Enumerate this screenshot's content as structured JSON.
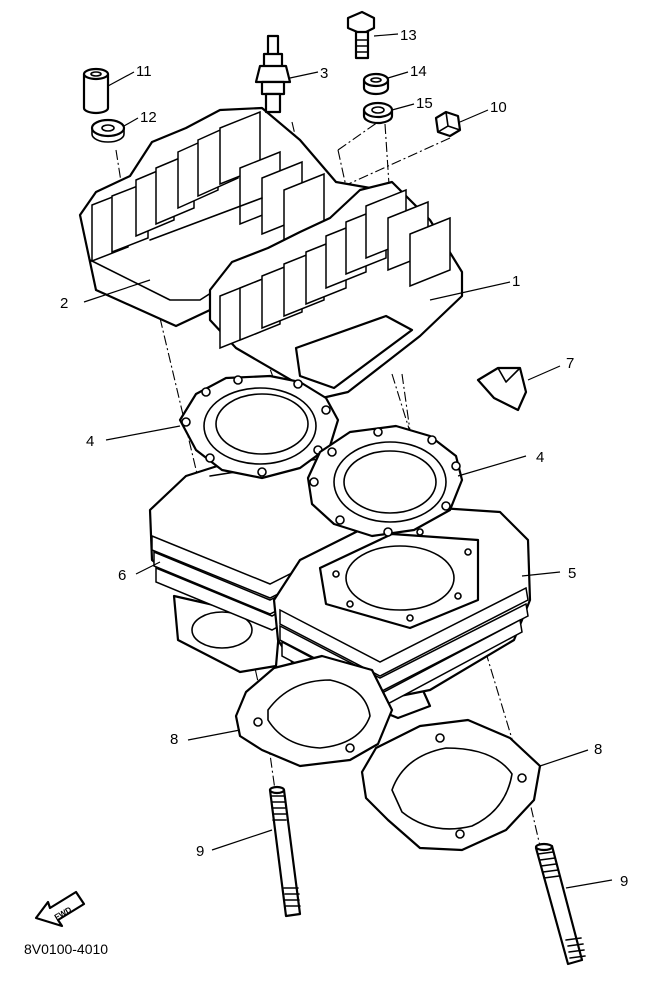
{
  "diagram": {
    "doc_code": "8V0100-4010",
    "forward_marker": "FWD",
    "parts": [
      {
        "ref": "1",
        "name": "cylinder-head-1"
      },
      {
        "ref": "2",
        "name": "cylinder-head-2"
      },
      {
        "ref": "3",
        "name": "spark-plug"
      },
      {
        "ref": "4",
        "name": "cylinder-head-gasket"
      },
      {
        "ref": "5",
        "name": "cylinder-1"
      },
      {
        "ref": "6",
        "name": "cylinder-2"
      },
      {
        "ref": "7",
        "name": "rubber-damper"
      },
      {
        "ref": "8",
        "name": "cylinder-gasket"
      },
      {
        "ref": "9",
        "name": "stud-bolt"
      },
      {
        "ref": "10",
        "name": "nut"
      },
      {
        "ref": "11",
        "name": "collar"
      },
      {
        "ref": "12",
        "name": "washer"
      },
      {
        "ref": "13",
        "name": "bolt"
      },
      {
        "ref": "14",
        "name": "washer-small"
      },
      {
        "ref": "15",
        "name": "plain-washer"
      }
    ],
    "callouts": {
      "c1": "1",
      "c2": "2",
      "c3": "3",
      "c4a": "4",
      "c4b": "4",
      "c5": "5",
      "c6": "6",
      "c7": "7",
      "c8a": "8",
      "c8b": "8",
      "c9a": "9",
      "c9b": "9",
      "c10": "10",
      "c11": "11",
      "c12": "12",
      "c13": "13",
      "c14": "14",
      "c15": "15"
    }
  }
}
